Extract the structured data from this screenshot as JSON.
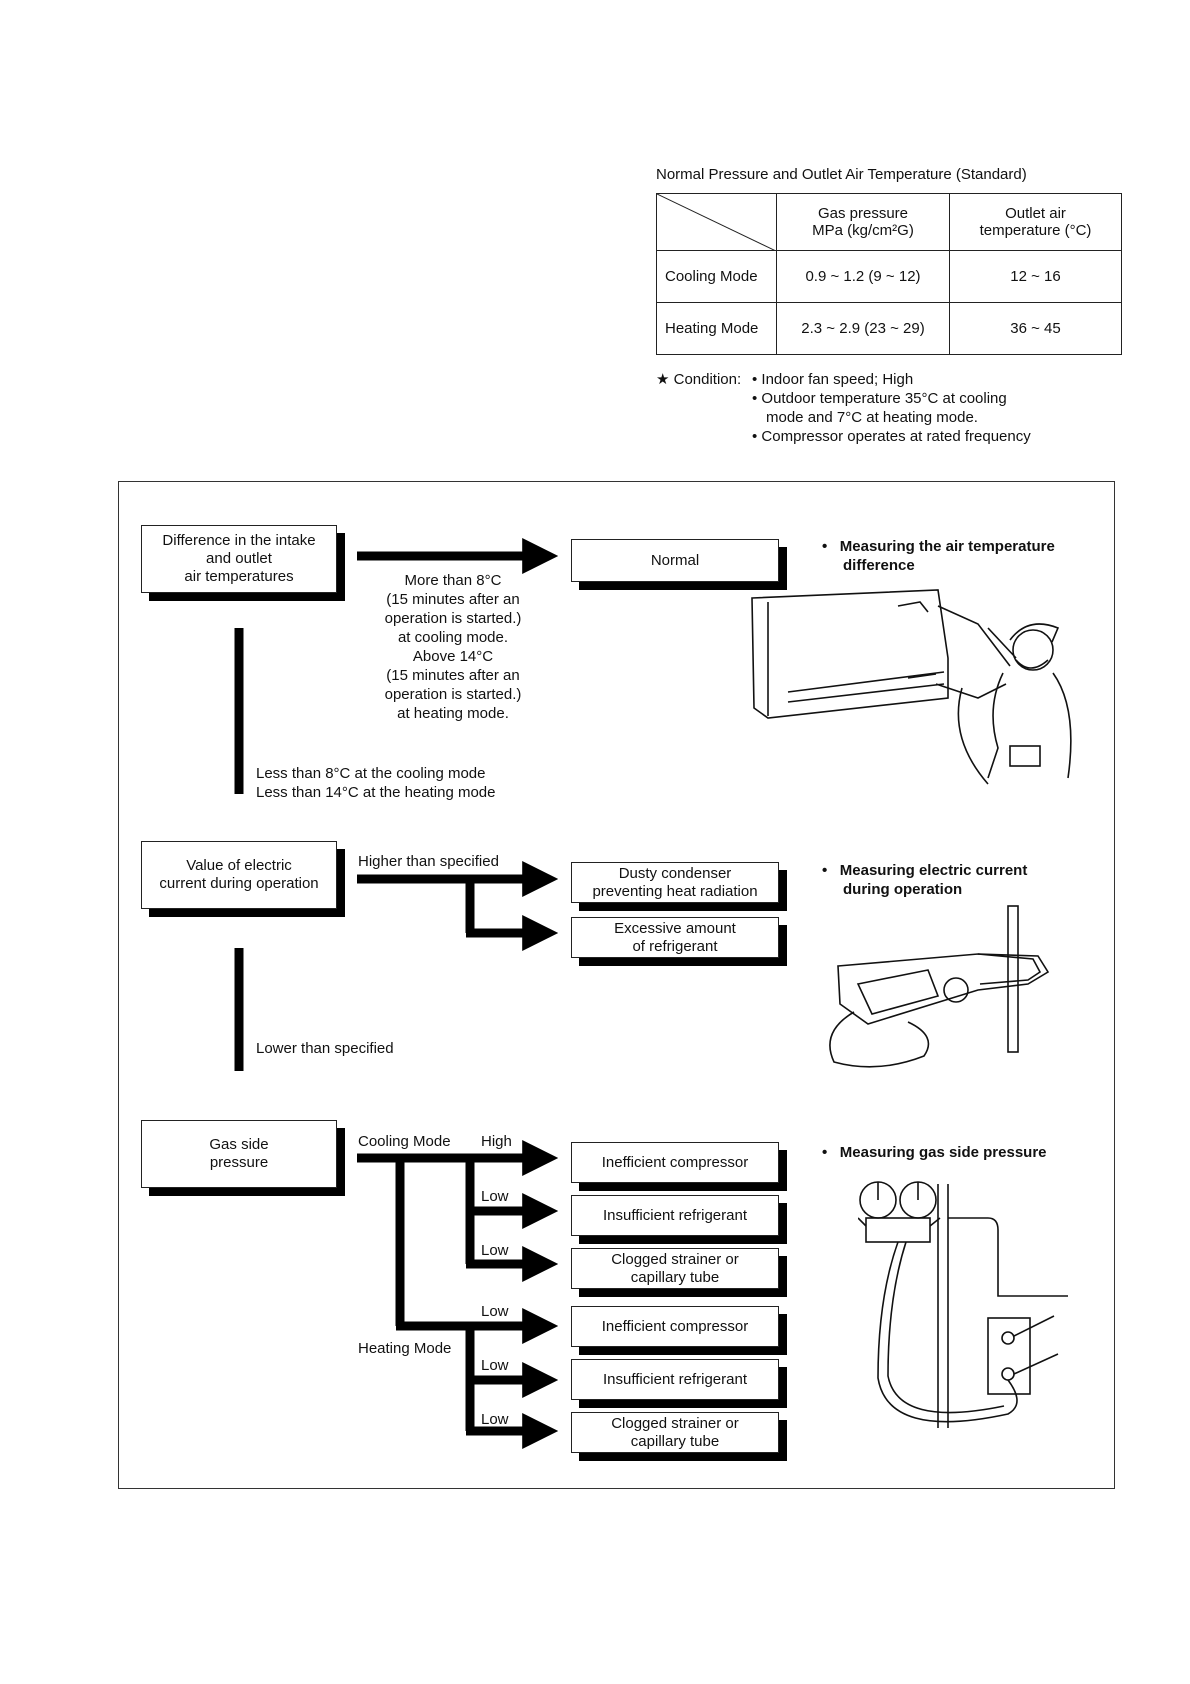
{
  "spec": {
    "title": "Normal Pressure and Outlet Air Temperature (Standard)",
    "header_gas_1": "Gas pressure",
    "header_gas_2": "MPa (kg/cm²G)",
    "header_outlet_1": "Outlet air",
    "header_outlet_2": "temperature (°C)",
    "rows": [
      {
        "mode": "Cooling Mode",
        "gas": "0.9 ~ 1.2 (9 ~ 12)",
        "outlet": "12 ~ 16"
      },
      {
        "mode": "Heating Mode",
        "gas": "2.3 ~ 2.9 (23 ~ 29)",
        "outlet": "36 ~ 45"
      }
    ],
    "condition_label": "★ Condition:",
    "conditions": [
      "Indoor fan speed; High",
      "Outdoor temperature 35°C at cooling",
      "mode and 7°C at heating mode.",
      "Compressor operates at rated frequency"
    ]
  },
  "flow": {
    "step1": {
      "box": [
        "Difference in the intake",
        "and outlet",
        "air temperatures"
      ],
      "yes_label": [
        "More than 8°C",
        "(15 minutes after an",
        "operation is started.)",
        "at cooling mode.",
        "Above 14°C",
        "(15 minutes after an",
        "operation is started.)",
        "at heating mode."
      ],
      "result": "Normal",
      "no_label": [
        "Less than 8°C at the cooling mode",
        "Less than 14°C at the heating mode"
      ],
      "measure": [
        "Measuring the air temperature",
        "difference"
      ]
    },
    "step2": {
      "box": [
        "Value of electric",
        "current during operation"
      ],
      "higher_label": "Higher than specified",
      "result1": [
        "Dusty condenser",
        "preventing heat radiation"
      ],
      "result2": [
        "Excessive amount",
        "of refrigerant"
      ],
      "lower_label": "Lower than specified",
      "measure": [
        "Measuring electric current",
        "during operation"
      ]
    },
    "step3": {
      "box": [
        "Gas side",
        "pressure"
      ],
      "cooling_label": "Cooling Mode",
      "heating_label": "Heating Mode",
      "high": "High",
      "low": "Low",
      "results": [
        [
          "Inefficient compressor"
        ],
        [
          "Insufficient refrigerant"
        ],
        [
          "Clogged strainer or",
          "capillary tube"
        ],
        [
          "Inefficient compressor"
        ],
        [
          "Insufficient refrigerant"
        ],
        [
          "Clogged strainer or",
          "capillary tube"
        ]
      ],
      "measure": "Measuring gas side pressure"
    }
  }
}
